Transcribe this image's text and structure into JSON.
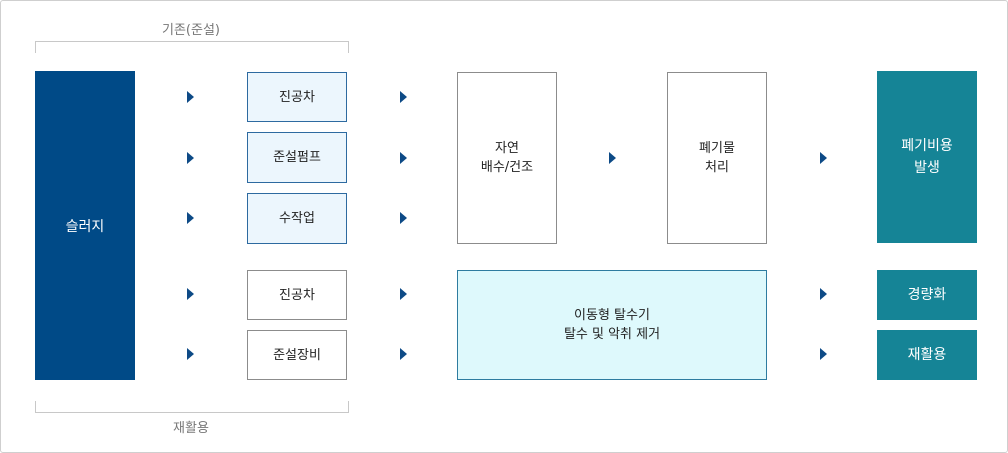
{
  "captions": {
    "top": "기존(준설)",
    "bottom": "재활용"
  },
  "source": "슬러지",
  "existing_methods": [
    "진공차",
    "준설펌프",
    "수작업"
  ],
  "recycle_methods": [
    "진공차",
    "준설장비"
  ],
  "steps": {
    "drying": [
      "자연",
      "배수/건조"
    ],
    "waste": [
      "폐기물",
      "처리"
    ],
    "waste_cost": [
      "폐기비용",
      "발생"
    ],
    "mobile": [
      "이동형 탈수기",
      "탈수 및 악취 제거"
    ]
  },
  "results": [
    "경량화",
    "재활용"
  ]
}
